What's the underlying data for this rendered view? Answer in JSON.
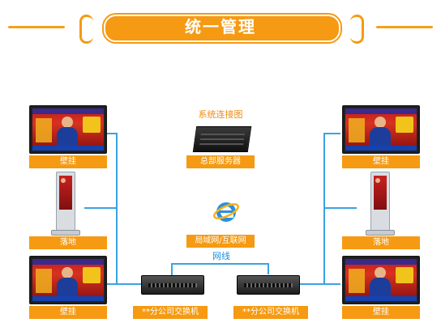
{
  "header": {
    "title": "统一管理"
  },
  "diagram": {
    "caption": "系统连接图",
    "server_label": "总部服务器",
    "internet_label": "局域网/互联网",
    "wan_label": "网线",
    "left_labels": [
      "壁挂",
      "落地",
      "壁挂"
    ],
    "right_labels": [
      "壁挂",
      "落地",
      "壁挂"
    ],
    "switch_labels": [
      "**分公司交换机",
      "**分公司交换机"
    ]
  },
  "colors": {
    "accent": "#f59a12",
    "line": "#3aa3e0"
  },
  "icons": [
    "server-icon",
    "ie-browser-icon",
    "switch-icon",
    "monitor-icon",
    "kiosk-icon"
  ]
}
